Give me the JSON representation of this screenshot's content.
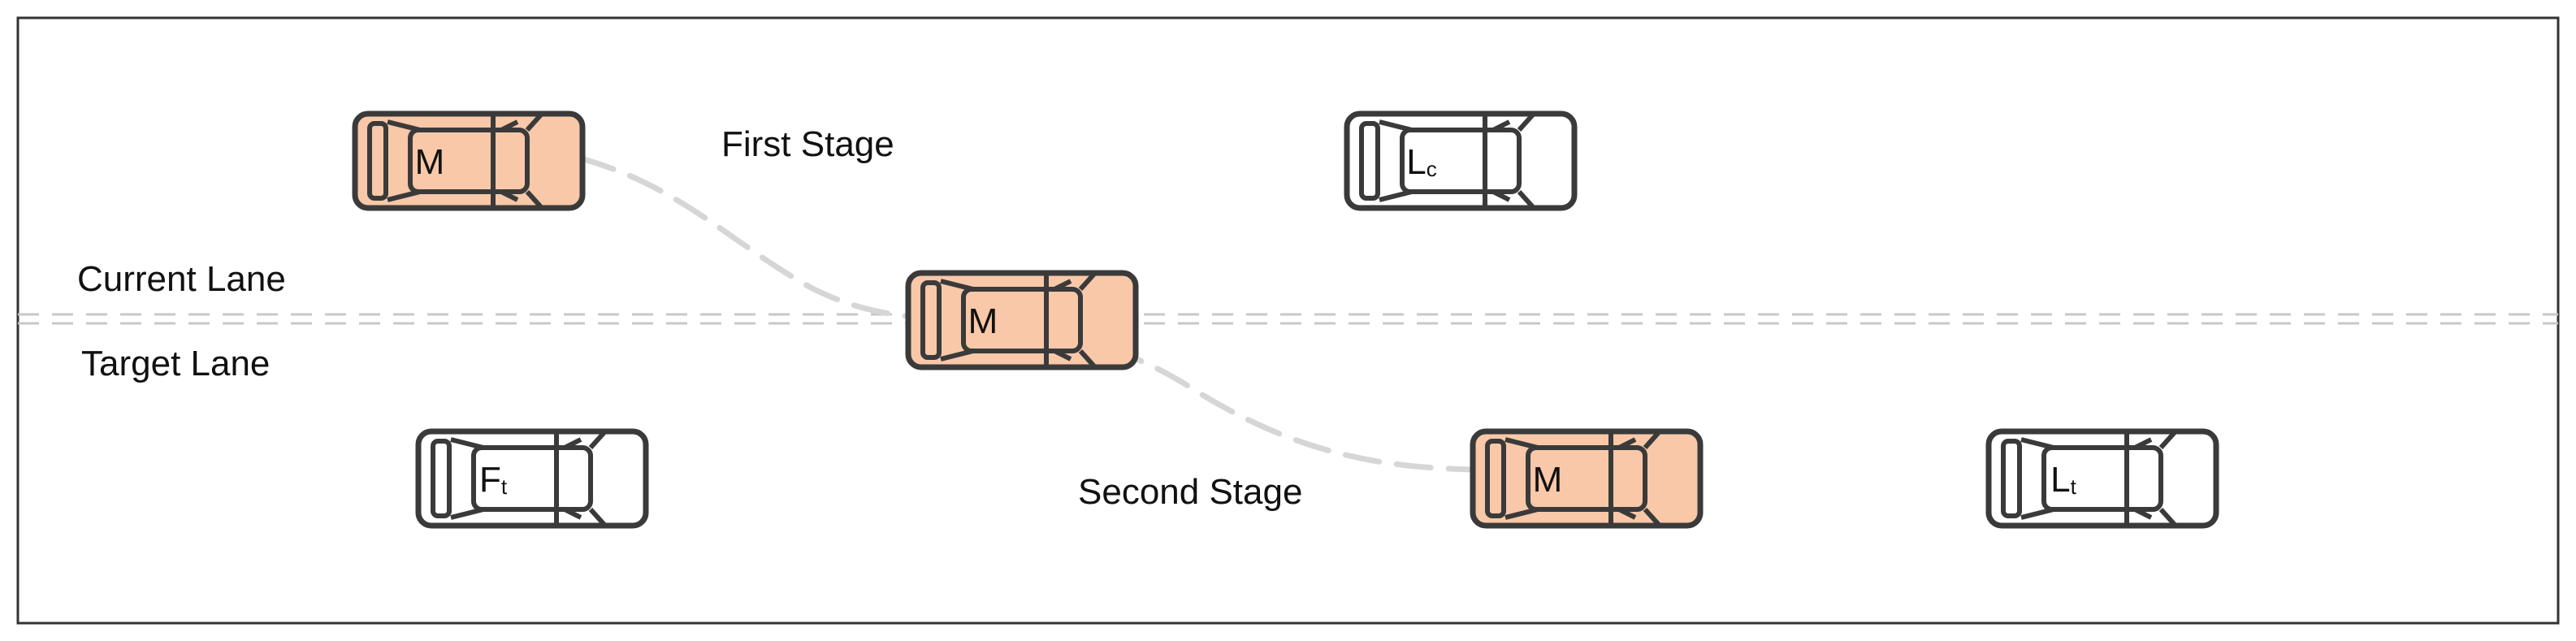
{
  "lanes": {
    "current_lane_label": "Current Lane",
    "target_lane_label": "Target Lane"
  },
  "stages": {
    "first_stage_label": "First Stage",
    "second_stage_label": "Second Stage"
  },
  "vehicles": {
    "m_start": {
      "label": "M",
      "sub": ""
    },
    "m_mid": {
      "label": "M",
      "sub": ""
    },
    "m_end": {
      "label": "M",
      "sub": ""
    },
    "lc": {
      "label": "L",
      "sub": "c"
    },
    "ft": {
      "label": "F",
      "sub": "t"
    },
    "lt": {
      "label": "L",
      "sub": "t"
    }
  },
  "colors": {
    "ego_vehicle_fill": "#f8c8a8",
    "other_vehicle_fill": "#ffffff",
    "vehicle_outline": "#3a3a3a",
    "trajectory": "#d6d6d6",
    "lane_divider": "#c8c8c8",
    "frame": "#333333"
  }
}
